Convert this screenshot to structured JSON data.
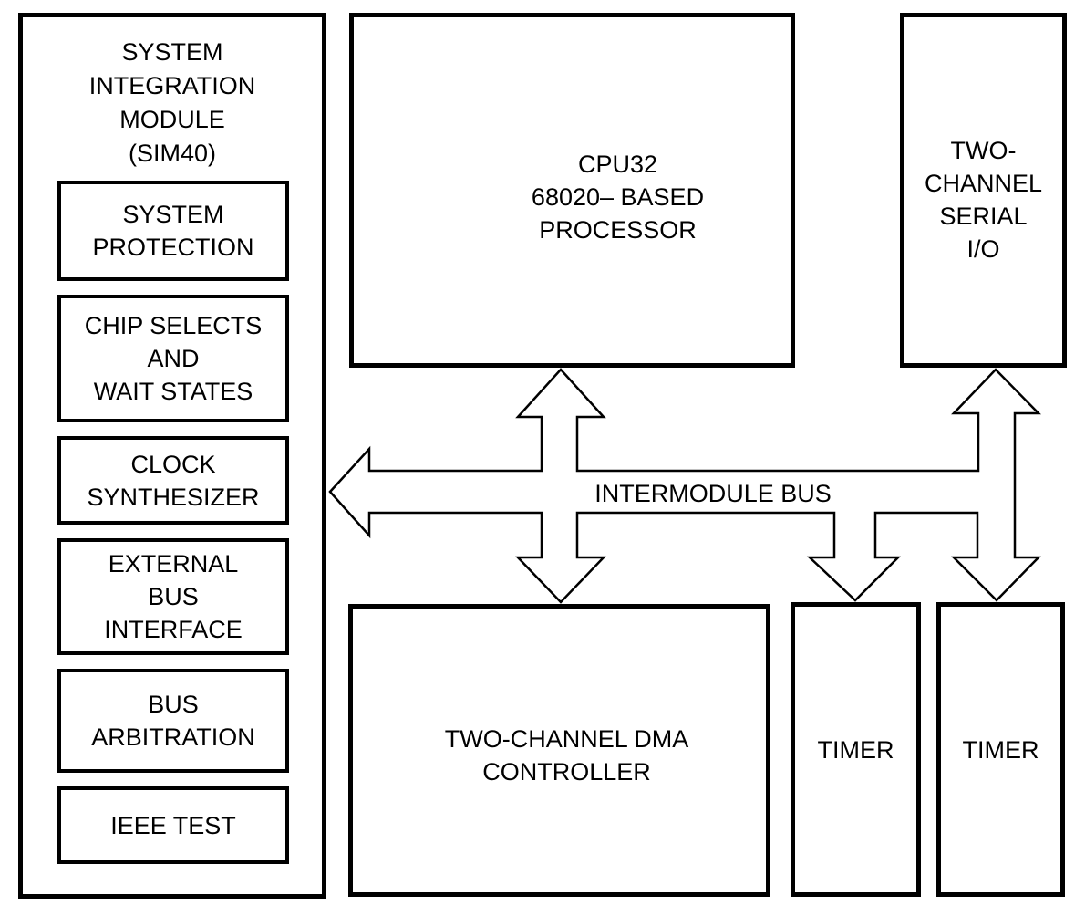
{
  "colors": {
    "line": "#000000",
    "background": "#ffffff"
  },
  "sim": {
    "title_lines": [
      "SYSTEM",
      "INTEGRATION",
      "MODULE",
      "(SIM40)"
    ],
    "blocks": [
      {
        "lines": [
          "SYSTEM",
          "PROTECTION"
        ]
      },
      {
        "lines": [
          "CHIP SELECTS",
          "AND",
          "WAIT STATES"
        ]
      },
      {
        "lines": [
          "CLOCK",
          "SYNTHESIZER"
        ]
      },
      {
        "lines": [
          "EXTERNAL",
          "BUS",
          "INTERFACE"
        ]
      },
      {
        "lines": [
          "BUS",
          "ARBITRATION"
        ]
      },
      {
        "lines": [
          "IEEE TEST"
        ]
      }
    ]
  },
  "cpu": {
    "lines": [
      "CPU32",
      "68020– BASED",
      "PROCESSOR"
    ]
  },
  "serial": {
    "lines": [
      "TWO-",
      "CHANNEL",
      "SERIAL",
      "I/O"
    ]
  },
  "dma": {
    "lines": [
      "TWO-CHANNEL DMA",
      "CONTROLLER"
    ]
  },
  "timers": [
    {
      "label": "TIMER"
    },
    {
      "label": "TIMER"
    }
  ],
  "bus": {
    "label": "INTERMODULE BUS"
  }
}
